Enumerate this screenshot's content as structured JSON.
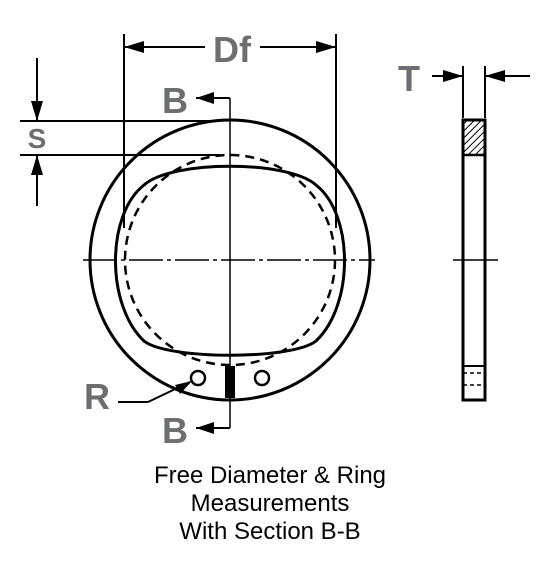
{
  "labels": {
    "free_diameter": "Df",
    "thickness": "T",
    "section_width": "S",
    "radius": "R",
    "section_top": "B",
    "section_bottom": "B"
  },
  "caption": {
    "line1": "Free Diameter & Ring",
    "line2": "Measurements",
    "line3": "With Section B-B"
  },
  "colors": {
    "line": "#000000",
    "label": "#6d6e71",
    "background": "#ffffff"
  }
}
